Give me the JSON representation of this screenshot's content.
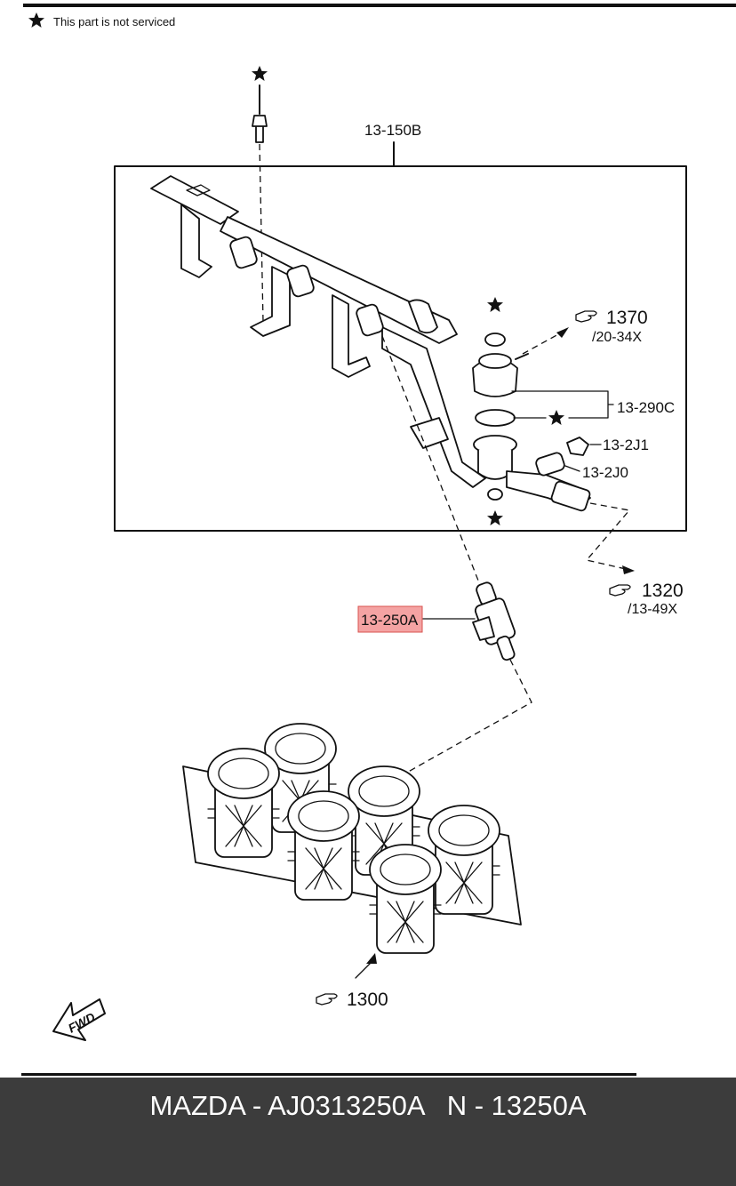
{
  "legend": {
    "symbol": "★",
    "text": "This part is not serviced"
  },
  "labels": {
    "assembly": "13-150B",
    "ref_1370": "1370",
    "ref_1370_sub": "/20-34X",
    "part_290c": "13-290C",
    "part_2j1": "13-2J1",
    "part_2j0": "13-2J0",
    "ref_1320": "1320",
    "ref_1320_sub": "/13-49X",
    "part_250a": "13-250A",
    "ref_1300": "1300",
    "fwd": "FWD"
  },
  "colors": {
    "highlight_fill": "#f4a3a3",
    "highlight_border": "#d9534f",
    "footer_bg": "#3c3c3c"
  },
  "footer": {
    "caption": "MAZDA - AJ0313250A   N - 13250A"
  }
}
